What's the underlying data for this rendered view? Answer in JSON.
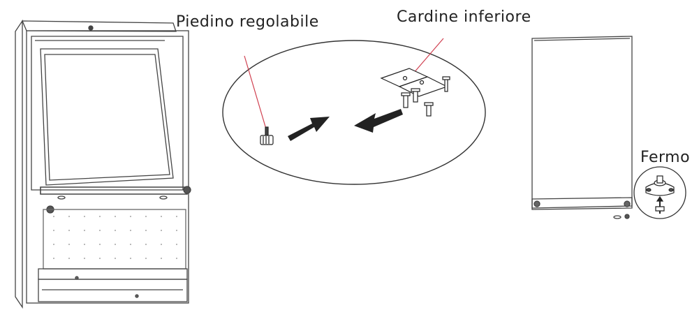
{
  "labels": {
    "adjustable_foot": "Piedino regolabile",
    "lower_hinge": "Cardine inferiore",
    "stop": "Fermo"
  },
  "colors": {
    "line": "#333333",
    "leader": "#d04050",
    "arrow": "#222222",
    "background": "#ffffff"
  }
}
